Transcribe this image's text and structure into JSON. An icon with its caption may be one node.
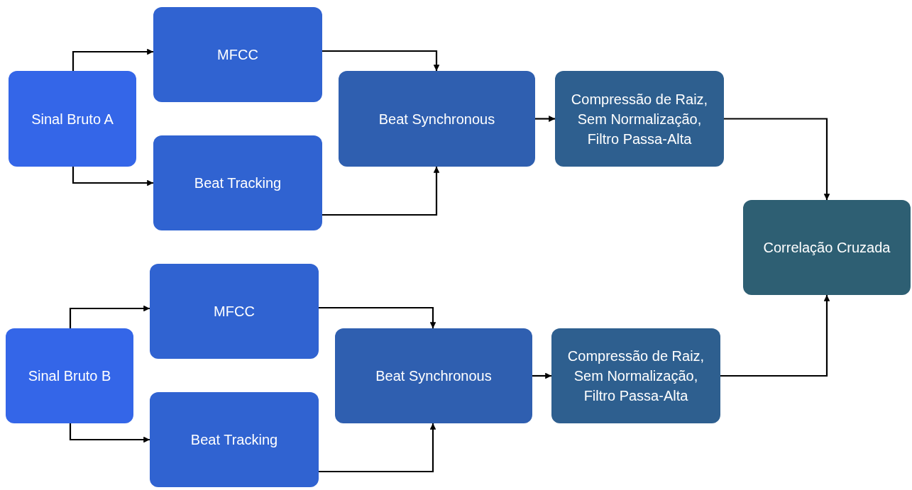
{
  "diagram": {
    "nodes": [
      {
        "text": [
          "Sinal Bruto A"
        ]
      },
      {
        "text": [
          "MFCC"
        ]
      },
      {
        "text": [
          "Beat Tracking"
        ]
      },
      {
        "text": [
          "Beat Synchronous"
        ]
      },
      {
        "text": [
          "Compressão de Raiz, Sem Normalização, Filtro Passa-Alta"
        ]
      },
      {
        "text": [
          "Correlação Cruzada"
        ]
      },
      {
        "text": [
          "Sinal Bruto B"
        ]
      },
      {
        "text": [
          "MFCC"
        ]
      },
      {
        "text": [
          "Beat Tracking"
        ]
      },
      {
        "text": [
          "Beat Synchronous"
        ]
      },
      {
        "text": [
          "Compressão de Raiz, Sem Normalização, Filtro Passa-Alta"
        ]
      }
    ],
    "edges": [
      {
        "from": 0,
        "to": 1,
        "arrow": "to"
      },
      {
        "from": 0,
        "to": 2,
        "arrow": "to"
      },
      {
        "from": 1,
        "to": 3,
        "arrow": "to"
      },
      {
        "from": 2,
        "to": 3,
        "arrow": "to"
      },
      {
        "from": 3,
        "to": 4,
        "arrow": "to"
      },
      {
        "from": 4,
        "to": 5,
        "arrow": "to"
      },
      {
        "from": 6,
        "to": 7,
        "arrow": "to"
      },
      {
        "from": 6,
        "to": 8,
        "arrow": "to"
      },
      {
        "from": 7,
        "to": 9,
        "arrow": "to"
      },
      {
        "from": 8,
        "to": 9,
        "arrow": "to"
      },
      {
        "from": 9,
        "to": 10,
        "arrow": "to"
      },
      {
        "from": 10,
        "to": 5,
        "arrow": "to"
      }
    ]
  }
}
